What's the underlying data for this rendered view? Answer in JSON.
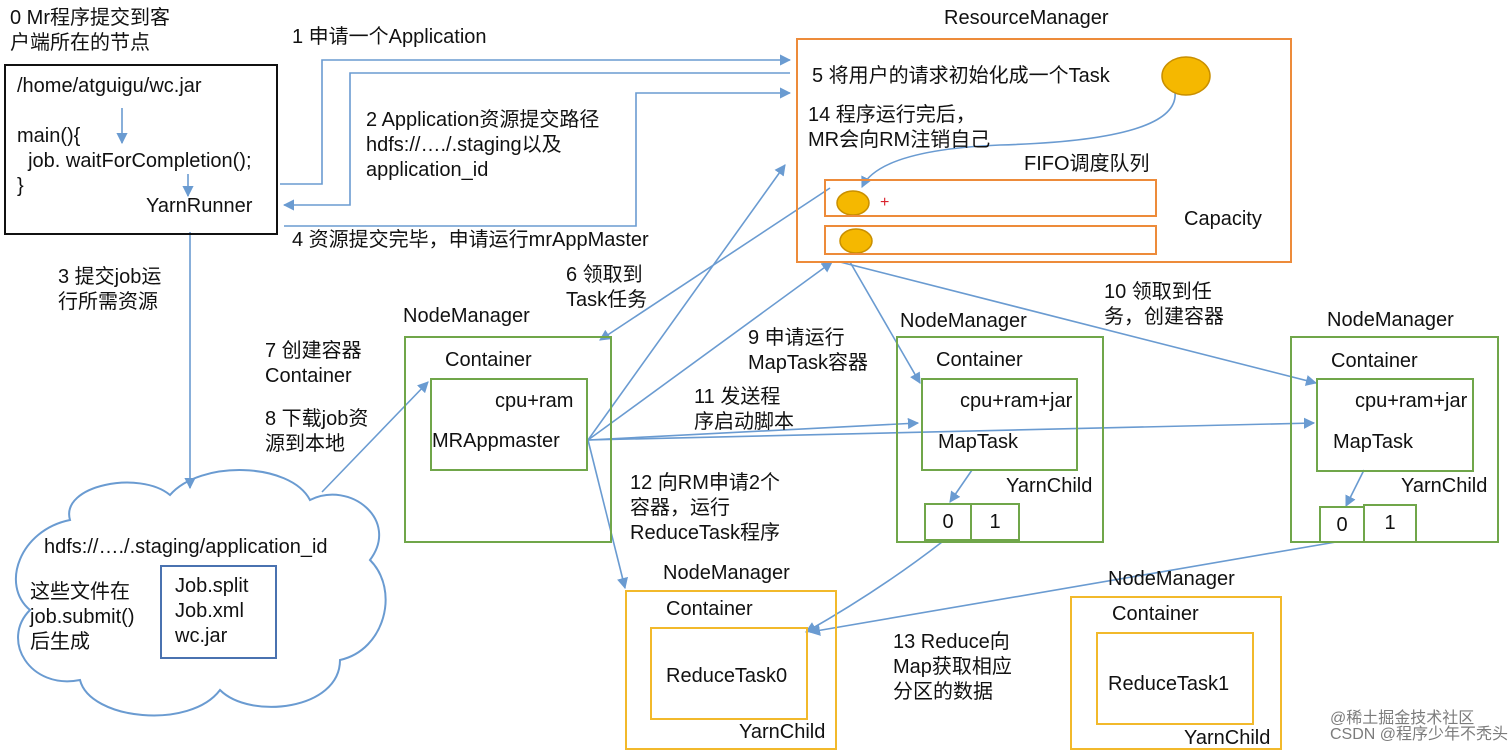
{
  "client": {
    "note": "0 Mr程序提交到客\n户端所在的节点",
    "code": "/home/atguigu/wc.jar\n\nmain(){\n  job. waitForCompletion();\n}",
    "runner": "YarnRunner"
  },
  "resource_manager": {
    "title": "ResourceManager",
    "init_task": "5 将用户的请求初始化成一个Task",
    "finish_note": "14 程序运行完后，\nMR会向RM注销自己",
    "fifo_label": "FIFO调度队列",
    "plus": "+",
    "capacity": "Capacity"
  },
  "steps": {
    "s1": "1 申请一个Application",
    "s2": "2 Application资源提交路径\nhdfs://…./.staging以及\napplication_id",
    "s3": "3 提交job运\n行所需资源",
    "s4": "4 资源提交完毕，申请运行mrAppMaster",
    "s6": "6 领取到\nTask任务",
    "s7": "7 创建容器\nContainer",
    "s8": "8 下载job资\n源到本地",
    "s9": "9 申请运行\nMapTask容器",
    "s10": "10 领取到任\n务，创建容器",
    "s11": "11 发送程\n序启动脚本",
    "s12": "12 向RM申请2个\n容器，运行\nReduceTask程序",
    "s13": "13 Reduce向\nMap获取相应\n分区的数据"
  },
  "hdfs": {
    "path": "hdfs://…./.staging/application_id",
    "note": "这些文件在\njob.submit()\n后生成",
    "files": "Job.split\nJob.xml\nwc.jar"
  },
  "nm_master": {
    "title": "NodeManager",
    "container": "Container",
    "resources": "cpu+ram",
    "app": "MRAppmaster"
  },
  "nm_map1": {
    "title": "NodeManager",
    "container": "Container",
    "resources": "cpu+ram+jar",
    "task": "MapTask",
    "child": "YarnChild",
    "partitions": [
      "0",
      "1"
    ]
  },
  "nm_map2": {
    "title": "NodeManager",
    "container": "Container",
    "resources": "cpu+ram+jar",
    "task": "MapTask",
    "child": "YarnChild",
    "partitions": [
      "0",
      "1"
    ]
  },
  "nm_reduce0": {
    "title": "NodeManager",
    "container": "Container",
    "task": "ReduceTask0",
    "child": "YarnChild"
  },
  "nm_reduce1": {
    "title": "NodeManager",
    "container": "Container",
    "task": "ReduceTask1",
    "child": "YarnChild"
  },
  "watermark": {
    "line1": "@稀土掘金技术社区",
    "line2": "CSDN @程序少年不秃头"
  },
  "colors": {
    "client": "#111111",
    "rm": "#ed8b3a",
    "nm": "#70a64a",
    "reduce": "#f2b92b",
    "arrow": "#6a9bd1",
    "task_dot": "#f5b800",
    "files": "#4a72b0"
  }
}
